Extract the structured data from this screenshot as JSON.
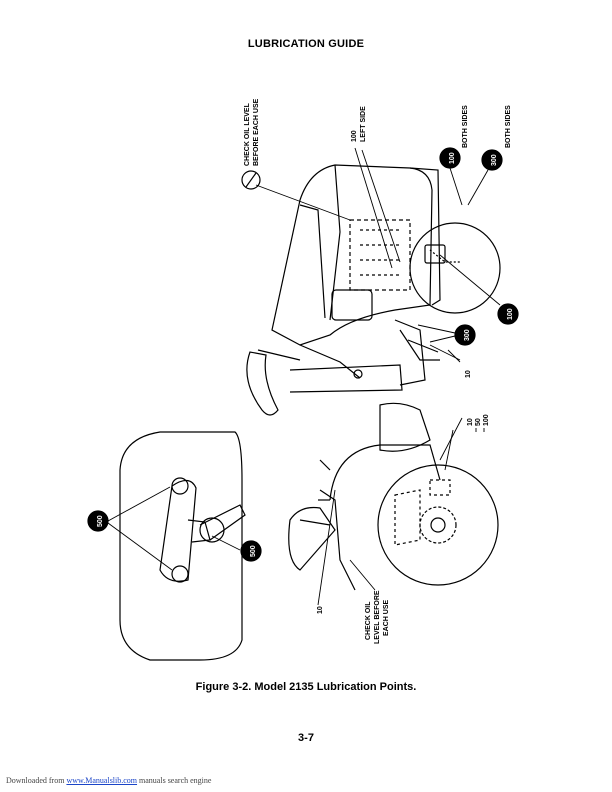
{
  "header": {
    "title": "LUBRICATION GUIDE"
  },
  "callouts": {
    "check_oil_top_1": "CHECK OIL LEVEL",
    "check_oil_top_2": "BEFORE EACH USE",
    "left_side_hours": "100",
    "left_side_label": "LEFT SIDE",
    "both_sides_1": "BOTH SIDES",
    "both_sides_2": "BOTH SIDES",
    "badge_100_top": "100",
    "badge_300_top": "300",
    "badge_100_right": "100",
    "badge_300_mid": "300",
    "hours_10_mid": "10",
    "stack_10": "10",
    "stack_50": "50",
    "stack_100": "100",
    "hours_10_bottom": "10",
    "check_oil_bottom_1": "CHECK OIL",
    "check_oil_bottom_2": "LEVEL BEFORE",
    "check_oil_bottom_3": "EACH USE",
    "badge_500_left": "500",
    "badge_500_deck": "500"
  },
  "caption": "Figure 3-2. Model 2135 Lubrication Points.",
  "page_number": "3-7",
  "footer": {
    "prefix": "Downloaded from ",
    "link": "www.Manualslib.com",
    "suffix": " manuals search engine"
  },
  "icons": [
    "oil-can-icon",
    "grease-gun-icon",
    "oil-dipstick-icon"
  ],
  "colors": {
    "ink": "#000000",
    "footer_link": "#1a44c8"
  }
}
